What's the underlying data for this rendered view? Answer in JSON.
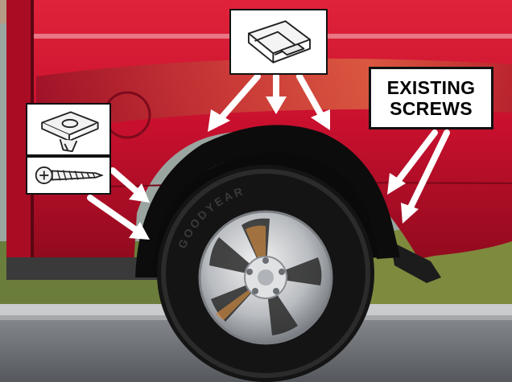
{
  "label": {
    "line1": "EXISTING",
    "line2": "SCREWS"
  },
  "callouts": {
    "top": "spring-clip-icon",
    "left_upper": "push-nut-clip-icon",
    "left_lower": "screw-icon"
  },
  "colors": {
    "truck_body": "#c8102e",
    "arrow": "#ffffff",
    "tire": "#111111",
    "sky": "#8a9bb0",
    "road": "#6e7278"
  },
  "tire_brand": "GOODYEAR"
}
